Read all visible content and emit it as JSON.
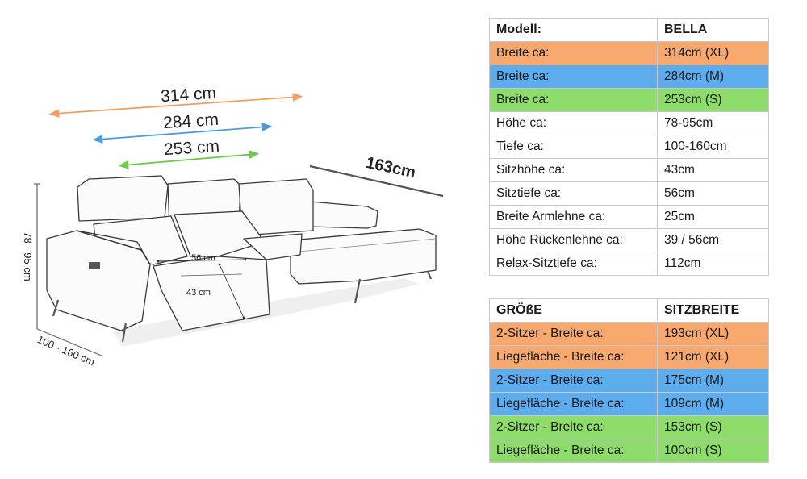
{
  "colors": {
    "orange": "#f7a86f",
    "blue": "#5cacee",
    "green": "#8ddc6c",
    "white": "#ffffff",
    "line_dark": "#555555"
  },
  "drawing": {
    "dim_314": "314 cm",
    "dim_284": "284 cm",
    "dim_253": "253 cm",
    "dim_163": "163cm",
    "dim_height": "78 - 95 cm",
    "dim_depth": "100 - 160 cm",
    "dim_seat_56": "56 cm",
    "dim_seat_43": "43 cm"
  },
  "table_modell": {
    "header": [
      "Modell:",
      "BELLA"
    ],
    "rows": [
      {
        "label": "Breite ca:",
        "value": "314cm (XL)",
        "color": "#f7a86f"
      },
      {
        "label": "Breite ca:",
        "value": "284cm (M)",
        "color": "#5cacee"
      },
      {
        "label": "Breite ca:",
        "value": "253cm (S)",
        "color": "#8ddc6c"
      },
      {
        "label": "Höhe ca:",
        "value": "78-95cm",
        "color": "#ffffff"
      },
      {
        "label": "Tiefe ca:",
        "value": "100-160cm",
        "color": "#ffffff"
      },
      {
        "label": "Sitzhöhe ca:",
        "value": "43cm",
        "color": "#ffffff"
      },
      {
        "label": "Sitztiefe ca:",
        "value": "56cm",
        "color": "#ffffff"
      },
      {
        "label": "Breite Armlehne ca:",
        "value": "25cm",
        "color": "#ffffff"
      },
      {
        "label": "Höhe Rückenlehne ca:",
        "value": "39 / 56cm",
        "color": "#ffffff"
      },
      {
        "label": "Relax-Sitztiefe ca:",
        "value": "112cm",
        "color": "#ffffff"
      }
    ]
  },
  "table_groesse": {
    "header": [
      "GRÖßE",
      "SITZBREITE"
    ],
    "rows": [
      {
        "label": "2-Sitzer - Breite ca:",
        "value": "193cm (XL)",
        "color": "#f7a86f"
      },
      {
        "label": "Liegefläche - Breite ca:",
        "value": "121cm (XL)",
        "color": "#f7a86f"
      },
      {
        "label": "2-Sitzer - Breite ca:",
        "value": "175cm (M)",
        "color": "#5cacee"
      },
      {
        "label": "Liegefläche - Breite ca:",
        "value": "109cm (M)",
        "color": "#5cacee"
      },
      {
        "label": "2-Sitzer - Breite ca:",
        "value": "153cm (S)",
        "color": "#8ddc6c"
      },
      {
        "label": "Liegefläche - Breite ca:",
        "value": "100cm (S)",
        "color": "#8ddc6c"
      }
    ]
  }
}
